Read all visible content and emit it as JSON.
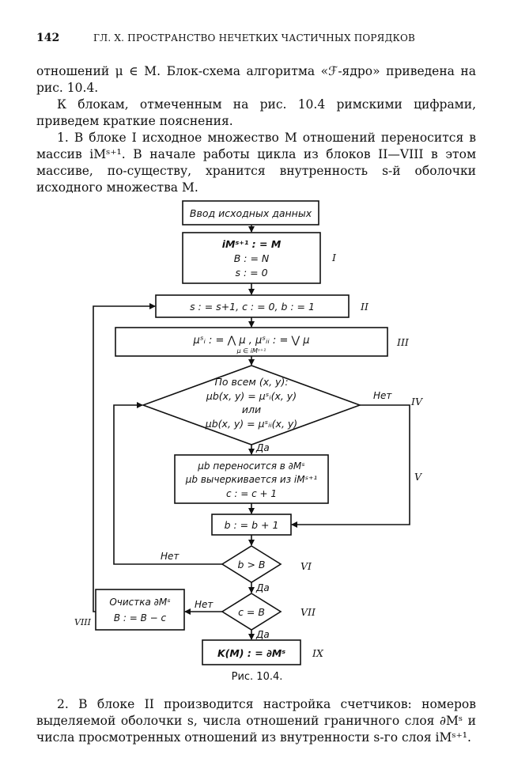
{
  "header": {
    "page_number": "142",
    "running_head": "ГЛ. X. ПРОСТРАНСТВО НЕЧЕТКИХ ЧАСТИЧНЫХ ПОРЯДКОВ"
  },
  "paragraphs": {
    "p1": "отношений μ ∈ M. Блок-схема алгоритма «ℱ-ядро» приведена на рис. 10.4.",
    "p2": "К блокам, отмеченным на рис. 10.4 римскими цифрами, приведем краткие пояснения.",
    "p3": "1. В блоке I исходное множество M отношений переносится в массив iMˢ⁺¹. В начале работы цикла из блоков II—VIII в этом массиве, по-существу, хранится внутренность s-й оболочки исходного множества M.",
    "p4": "2. В блоке II производится настройка счетчиков: номеров выделяемой оболочки s, числа отношений граничного слоя ∂Mˢ и числа просмотренных отношений из внутренности s-го слоя iMˢ⁺¹."
  },
  "flowchart": {
    "input_block": "Ввод исходных данных",
    "block_I": {
      "line1": "iMˢ⁺¹ : = M",
      "line2": "B : = N",
      "line3": "s : = 0",
      "label": "I"
    },
    "block_II": {
      "text": "s : = s+1,   c : = 0,   b : = 1",
      "label": "II"
    },
    "block_III": {
      "text": "μˢᵢ : = ⋀ μ ,   μˢᵢᵢ : = ⋁ μ",
      "sub": "μ ∈ iMˢ⁺¹",
      "label": "III"
    },
    "block_IV": {
      "line1": "По всем (x, y):",
      "line2": "μb(x, y) = μˢᵢ(x, y)",
      "line3": "или",
      "line4": "μb(x, y) = μˢᵢᵢ(x, y)",
      "label": "IV",
      "no": "Нет",
      "yes": "Да"
    },
    "block_V": {
      "line1": "μb  переносится в ∂Mˢ",
      "line2": "μb  вычеркивается из iMˢ⁺¹",
      "line3": "c : = c + 1",
      "label": "V"
    },
    "block_b": {
      "text": "b : = b + 1"
    },
    "block_VI": {
      "text": "b > B",
      "label": "VI",
      "no": "Нет",
      "yes": "Да"
    },
    "block_VII": {
      "text": "c = B",
      "label": "VII",
      "no": "Нет",
      "yes": "Да"
    },
    "block_VIII": {
      "line1": "Очистка ∂Mˢ",
      "line2": "B : = B − c",
      "label": "VIII"
    },
    "block_IX": {
      "text": "K(M) : = ∂Mˢ",
      "label": "IX"
    }
  },
  "caption": "Рис. 10.4."
}
